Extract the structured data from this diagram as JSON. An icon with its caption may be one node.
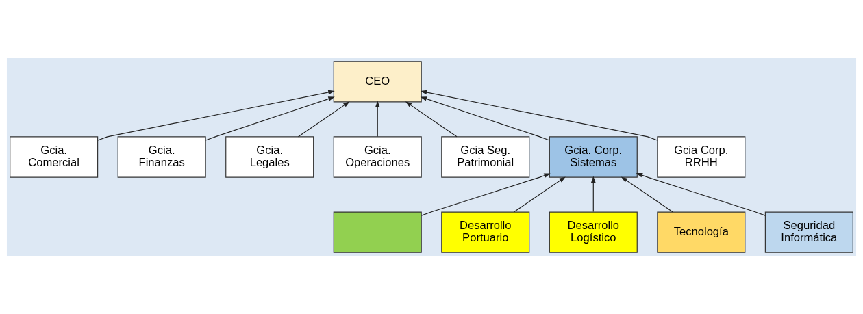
{
  "diagram": {
    "nodes": [
      {
        "text": [
          "CEO"
        ]
      },
      {
        "text": [
          "Gcia. Comercial"
        ]
      },
      {
        "text": [
          "Gcia. Finanzas"
        ]
      },
      {
        "text": [
          "Gcia. Legales"
        ]
      },
      {
        "text": [
          "Gcia. Operaciones"
        ]
      },
      {
        "text": [
          "Gcia Seg. Patrimonial"
        ]
      },
      {
        "text": [
          "Gcia. Corp. Sistemas"
        ]
      },
      {
        "text": [
          "Gcia Corp. RRHH"
        ]
      },
      {
        "text": [],
        "shape": "box"
      },
      {
        "text": [
          "Desarrollo Portuario"
        ]
      },
      {
        "text": [
          "Desarrollo Logístico"
        ]
      },
      {
        "text": [
          "Tecnología"
        ]
      },
      {
        "text": [
          "Seguridad Informática"
        ]
      }
    ],
    "edges": [
      {
        "from": 1,
        "to": 0,
        "arrow": "to"
      },
      {
        "from": 2,
        "to": 0,
        "arrow": "to"
      },
      {
        "from": 3,
        "to": 0,
        "arrow": "to"
      },
      {
        "from": 4,
        "to": 0,
        "arrow": "to"
      },
      {
        "from": 5,
        "to": 0,
        "arrow": "to"
      },
      {
        "from": 6,
        "to": 0,
        "arrow": "to"
      },
      {
        "from": 7,
        "to": 0,
        "arrow": "to"
      },
      {
        "from": 8,
        "to": 6,
        "arrow": "to"
      },
      {
        "from": 9,
        "to": 6,
        "arrow": "to"
      },
      {
        "from": 10,
        "to": 6,
        "arrow": "to"
      },
      {
        "from": 11,
        "to": 6,
        "arrow": "to"
      },
      {
        "from": 12,
        "to": 6,
        "arrow": "to"
      }
    ]
  }
}
